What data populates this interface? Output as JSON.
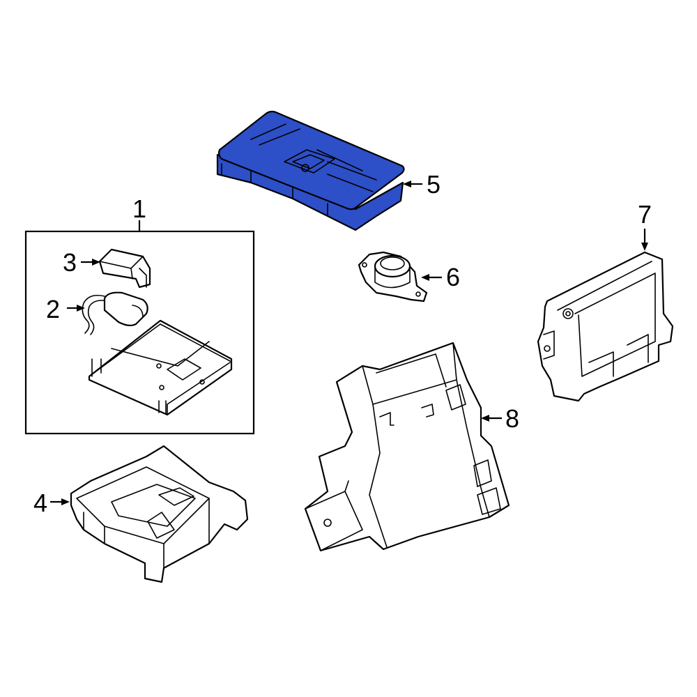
{
  "highlight_color": "#2d4fc8",
  "callouts": {
    "c1": "1",
    "c2": "2",
    "c3": "3",
    "c4": "4",
    "c5": "5",
    "c6": "6",
    "c7": "7",
    "c8": "8"
  },
  "parts": [
    {
      "callout": "1",
      "icon": "control-module-assembly-box"
    },
    {
      "callout": "2",
      "icon": "wired-sensor"
    },
    {
      "callout": "3",
      "icon": "connector-clip"
    },
    {
      "callout": "4",
      "icon": "mounting-tray"
    },
    {
      "callout": "5",
      "icon": "wireless-charging-pad",
      "highlighted": true
    },
    {
      "callout": "6",
      "icon": "speaker"
    },
    {
      "callout": "7",
      "icon": "control-module"
    },
    {
      "callout": "8",
      "icon": "mounting-bracket"
    }
  ]
}
